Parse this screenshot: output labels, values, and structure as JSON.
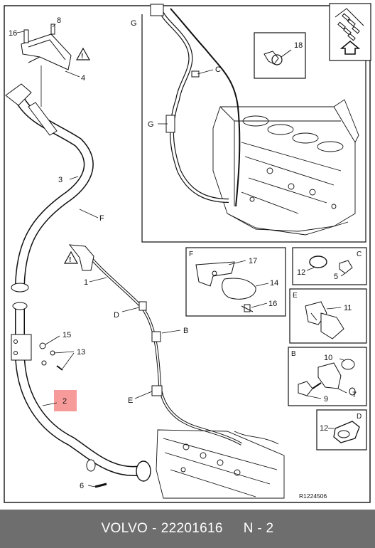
{
  "callouts": {
    "c1": "1",
    "c2": "2",
    "c3": "3",
    "c4": "4",
    "c5": "5",
    "c6": "6",
    "c7": "7",
    "c8": "8",
    "c9": "9",
    "c10": "10",
    "c11": "11",
    "c12a": "12",
    "c12b": "12",
    "c13": "13",
    "c14": "14",
    "c15": "15",
    "c16a": "16",
    "c16b": "16",
    "c17": "17",
    "c18": "18"
  },
  "letters": {
    "g_main": "G",
    "g_engine": "G",
    "c_engine": "C",
    "f_main": "F",
    "d_main": "D",
    "b_main": "B",
    "e_main": "E",
    "box_f": "F",
    "box_c": "C",
    "box_e": "E",
    "box_b": "B",
    "box_d": "D"
  },
  "warning_symbol": "!",
  "reference_code": "R1224506",
  "footer": {
    "brand": "VOLVO",
    "separator": "-",
    "part_number": "22201616",
    "suffix": "N - 2"
  },
  "colors": {
    "highlight": "#f79a9a",
    "footer_bg": "#6e6e6e",
    "line": "#111111"
  }
}
